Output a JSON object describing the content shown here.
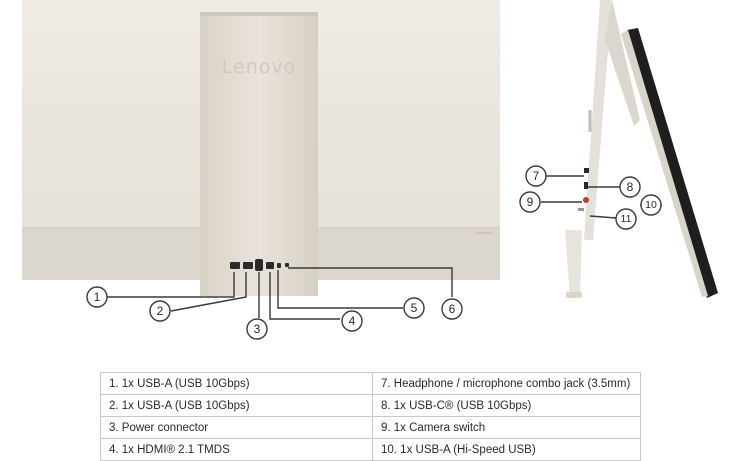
{
  "brand_logo": "Lenovo",
  "callouts": [
    "1",
    "2",
    "3",
    "4",
    "5",
    "6",
    "7",
    "8",
    "9",
    "10",
    "11"
  ],
  "ports_table": {
    "rows": [
      [
        "1.   1x USB-A (USB 10Gbps)",
        "7.   Headphone / microphone combo jack (3.5mm)"
      ],
      [
        "2.   1x USB-A (USB 10Gbps)",
        "8.   1x USB-C® (USB 10Gbps)"
      ],
      [
        "3.   Power connector",
        "9.   1x Camera switch"
      ],
      [
        "4.   1x HDMI® 2.1 TMDS",
        "10. 1x USB-A (Hi-Speed USB)"
      ]
    ]
  },
  "colors": {
    "panel": "#ece8e1",
    "stand": "#ddd7cc",
    "callout_stroke": "#3a3a3a",
    "side_bezel": "#1f1f1f"
  }
}
